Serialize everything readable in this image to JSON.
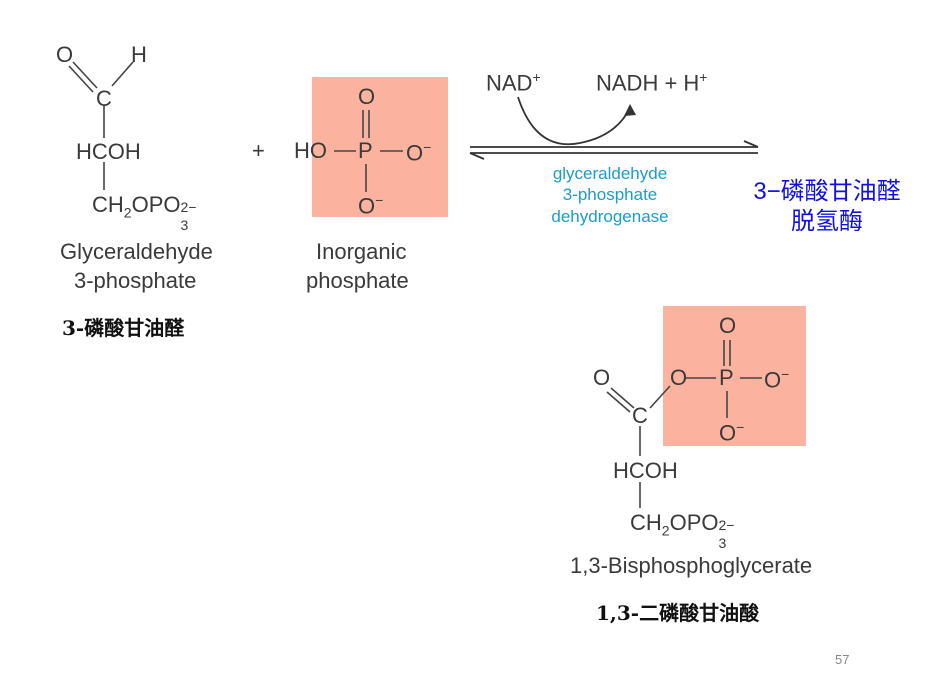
{
  "reactant1": {
    "atoms": {
      "o_top": "O",
      "h_top": "H",
      "c": "C",
      "hcoh": "HCOH",
      "ch2opo3": "CH",
      "ch2_sub": "2",
      "opo3": "OPO",
      "opo3_sup": "2−",
      "opo3_sub": "3"
    },
    "name_line1": "Glyceraldehyde",
    "name_line2": "3-phosphate",
    "cn_name": "3-磷酸甘油醛"
  },
  "plus": "+",
  "reactant2": {
    "atoms": {
      "o_top": "O",
      "ho": "HO",
      "p": "P",
      "o_right": "O",
      "o_right_sup": "−",
      "o_bottom": "O",
      "o_bottom_sup": "−"
    },
    "name_line1": "Inorganic",
    "name_line2": "phosphate"
  },
  "arrow": {
    "cofactor_in": "NAD",
    "cofactor_in_sup": "+",
    "cofactor_out": "NADH + H",
    "cofactor_out_sup": "+",
    "enzyme_line1": "glyceraldehyde",
    "enzyme_line2": "3-phosphate",
    "enzyme_line3": "dehydrogenase",
    "enzyme_cn_line1": "3−磷酸甘油醛",
    "enzyme_cn_line2": "脱氢酶"
  },
  "product": {
    "atoms": {
      "o_left": "O",
      "c": "C",
      "o_link": "O",
      "p": "P",
      "o_right": "O",
      "o_right_sup": "−",
      "o_top": "O",
      "o_bottom": "O",
      "o_bottom_sup": "−",
      "hcoh": "HCOH",
      "ch2": "CH",
      "ch2_sub": "2",
      "opo3": "OPO",
      "opo3_sup": "2−",
      "opo3_sub": "3"
    },
    "name": "1,3-Bisphosphoglycerate",
    "cn_name": "1,3-二磷酸甘油酸"
  },
  "page_number": "57",
  "colors": {
    "highlight": "#fbb29f",
    "enzyme": "#1b9dc9",
    "enzyme_cn": "#1010e0"
  }
}
